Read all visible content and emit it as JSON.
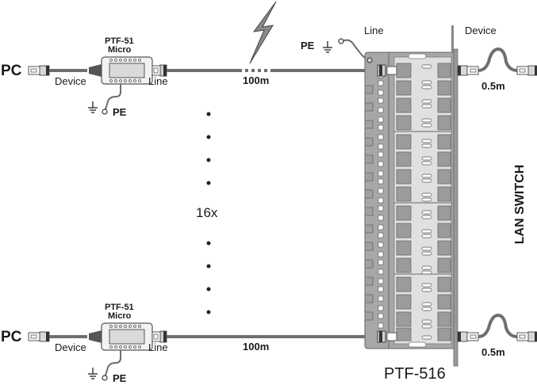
{
  "colors": {
    "cable": "#6e6e6e",
    "panel_fill": "#a9a9a9",
    "panel_dark": "#7a7a7a",
    "board_fill": "#e2e2e2",
    "port_fill": "#9a9a9a",
    "text": "#1a1a1a",
    "lightning": "#888888"
  },
  "top_link": {
    "pc_label": "PC",
    "device_label": "Device",
    "line_label": "Line",
    "protector_name": "PTF-51",
    "protector_variant": "Micro",
    "pe_label": "PE",
    "cable_length": "100m"
  },
  "bottom_link": {
    "pc_label": "PC",
    "device_label": "Device",
    "line_label": "Line",
    "protector_name": "PTF-51",
    "protector_variant": "Micro",
    "pe_label": "PE",
    "cable_length": "100m"
  },
  "multiplier": {
    "label": "16x",
    "dots_above": 4,
    "dots_below": 4
  },
  "panel": {
    "name": "PTF-516",
    "pe_label": "PE",
    "line_label": "Line",
    "device_label": "Device",
    "ports": 16
  },
  "switch": {
    "label": "LAN SWITCH",
    "top_patch_length": "0.5m",
    "bottom_patch_length": "0.5m"
  }
}
